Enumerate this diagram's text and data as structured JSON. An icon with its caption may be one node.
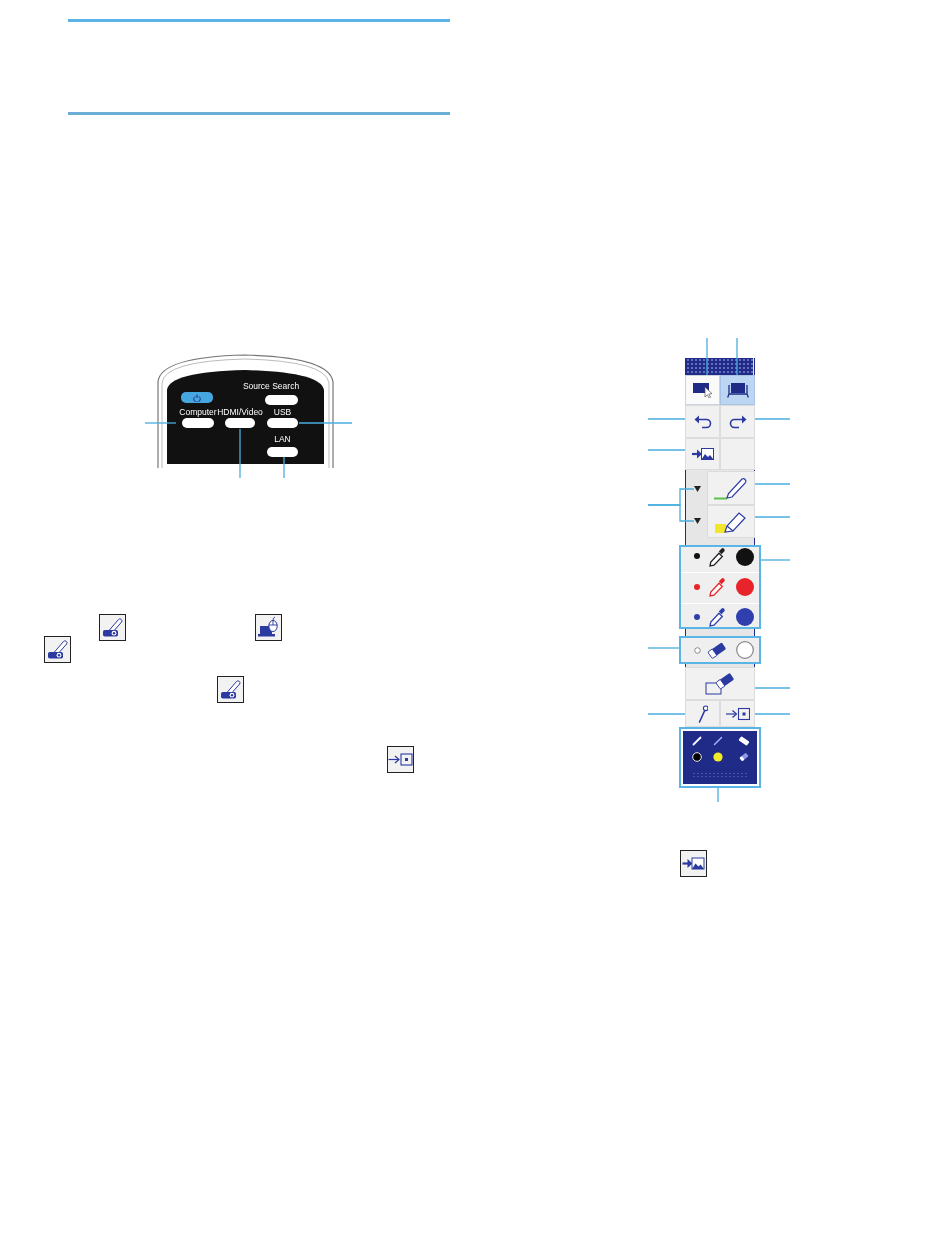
{
  "diagram": {
    "nodes": [
      {
        "text": [],
        "shape": "box"
      },
      {
        "text": [
          "Source Search"
        ]
      },
      {
        "text": [
          "Computer"
        ]
      },
      {
        "text": [
          "HDMI/Video"
        ]
      },
      {
        "text": [
          "USB"
        ]
      },
      {
        "text": [
          "LAN"
        ]
      },
      {
        "text": [],
        "shape": "box"
      },
      {
        "text": [],
        "shape": "box"
      },
      {
        "text": [],
        "shape": "box"
      },
      {
        "text": [],
        "shape": "box"
      },
      {
        "text": [],
        "shape": "box"
      },
      {
        "text": [],
        "shape": "triangle"
      },
      {
        "text": [],
        "shape": "box"
      },
      {
        "text": [],
        "shape": "triangle"
      },
      {
        "text": [],
        "shape": "box"
      },
      {
        "text": [],
        "shape": "box"
      },
      {
        "text": [],
        "shape": "box"
      },
      {
        "text": [],
        "shape": "box"
      },
      {
        "text": [],
        "shape": "box"
      },
      {
        "text": [],
        "shape": "box"
      },
      {
        "text": [],
        "shape": "box"
      }
    ],
    "edges": [
      {
        "from": null,
        "to": 2,
        "arrow": "none"
      },
      {
        "from": null,
        "to": 3,
        "arrow": "none"
      },
      {
        "from": null,
        "to": 4,
        "arrow": "none"
      },
      {
        "from": null,
        "to": 5,
        "arrow": "none"
      },
      {
        "from": null,
        "to": 6,
        "arrow": "none"
      },
      {
        "from": null,
        "to": 7,
        "arrow": "none"
      },
      {
        "from": null,
        "to": 8,
        "arrow": "none"
      },
      {
        "from": null,
        "to": 9,
        "arrow": "none"
      },
      {
        "from": null,
        "to": 10,
        "arrow": "none"
      },
      {
        "from": null,
        "to": 11,
        "arrow": "none"
      },
      {
        "from": null,
        "to": 12,
        "arrow": "none"
      },
      {
        "from": null,
        "to": 13,
        "arrow": "none"
      },
      {
        "from": null,
        "to": 14,
        "arrow": "none"
      },
      {
        "from": null,
        "to": 15,
        "arrow": "none"
      },
      {
        "from": null,
        "to": 16,
        "arrow": "none"
      },
      {
        "from": null,
        "to": 17,
        "arrow": "none"
      },
      {
        "from": null,
        "to": 18,
        "arrow": "none"
      },
      {
        "from": null,
        "to": 19,
        "arrow": "none"
      },
      {
        "from": null,
        "to": 20,
        "arrow": "none"
      }
    ]
  }
}
